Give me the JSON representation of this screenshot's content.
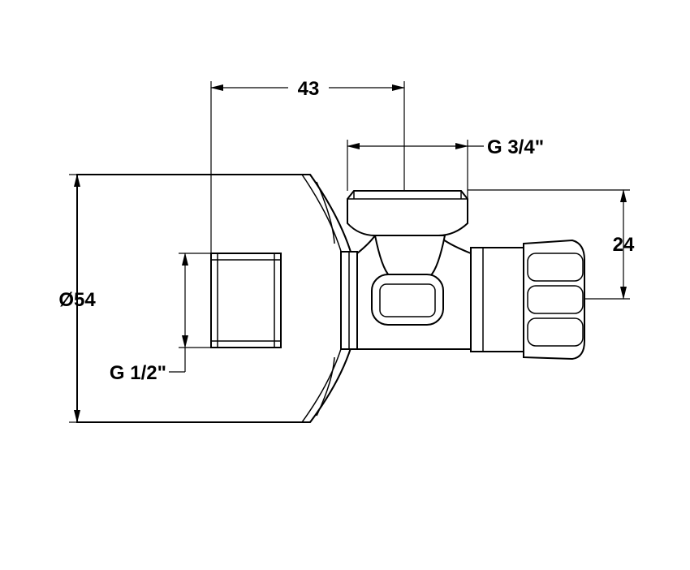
{
  "dimensions": {
    "length": "43",
    "outlet_thread": "G 3/4\"",
    "height": "24",
    "diameter": "Ø54",
    "inlet_thread": "G 1/2\""
  },
  "colors": {
    "line": "#000000",
    "background": "#ffffff"
  }
}
